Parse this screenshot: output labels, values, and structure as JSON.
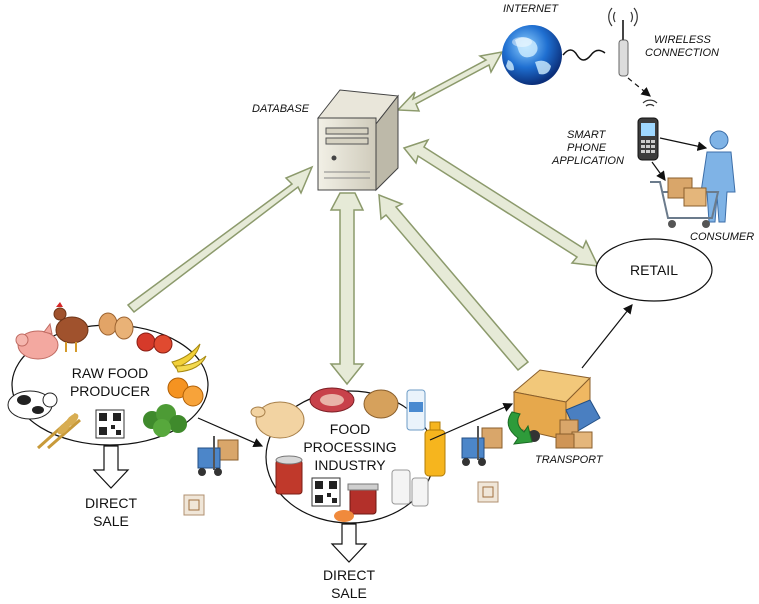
{
  "labels": {
    "internet": "INTERNET",
    "wireless_line1": "WIRELESS",
    "wireless_line2": "CONNECTION",
    "database": "DATABASE",
    "smartphone_line1": "SMART",
    "smartphone_line2": "PHONE",
    "smartphone_line3": "APPLICATION",
    "consumer": "CONSUMER",
    "retail": "RETAIL",
    "raw_line1": "RAW FOOD",
    "raw_line2": "PRODUCER",
    "processing_line1": "FOOD",
    "processing_line2": "PROCESSING",
    "processing_line3": "INDUSTRY",
    "transport": "TRANSPORT",
    "direct_sale_1_line1": "DIRECT",
    "direct_sale_1_line2": "SALE",
    "direct_sale_2_line1": "DIRECT",
    "direct_sale_2_line2": "SALE"
  },
  "icons": [
    "server-icon",
    "globe-icon",
    "antenna-icon",
    "smartphone-icon",
    "shopping-cart-icon",
    "person-icon",
    "truck-icon",
    "forklift-icon",
    "rfid-tag-icon",
    "qr-code-icon",
    "pig-icon",
    "hen-icon",
    "eggs-icon",
    "apples-icon",
    "bananas-icon",
    "oranges-icon",
    "cow-icon",
    "wheat-icon",
    "broccoli-icon",
    "chicken-icon",
    "meat-icon",
    "bread-icon",
    "milk-icon",
    "juice-icon",
    "canned-food-icon",
    "jam-jar-icon",
    "boxes-icon"
  ],
  "colors": {
    "arrow_fill": "#e6ead7",
    "arrow_stroke": "#8c9a6c",
    "line": "#111111"
  }
}
